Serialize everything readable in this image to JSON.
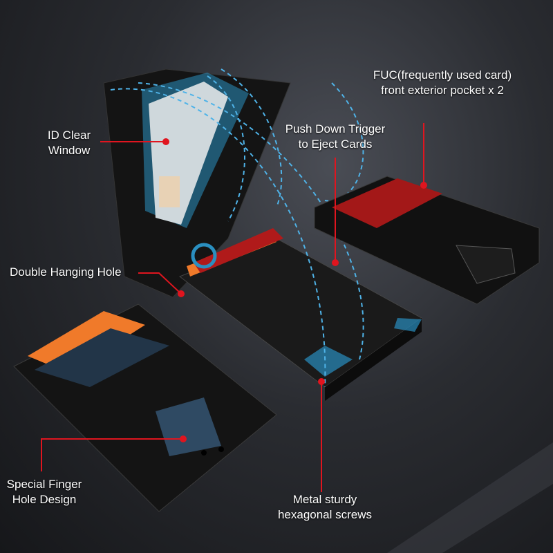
{
  "labels": {
    "fuc": {
      "line1": "FUC(frequently used card)",
      "line2": "front exterior pocket x 2"
    },
    "push": {
      "line1": "Push Down Trigger",
      "line2": "to Eject Cards"
    },
    "id_window": {
      "line1": "ID Clear",
      "line2": "Window"
    },
    "hanging": {
      "line1": "Double Hanging Hole"
    },
    "finger": {
      "line1": "Special Finger",
      "line2": "Hole Design"
    },
    "screws": {
      "line1": "Metal sturdy",
      "line2": "hexagonal screws"
    }
  },
  "colors": {
    "callout": "#e0151f",
    "accent_blue": "#2a8fc0",
    "card_orange": "#f07a2a",
    "card_red": "#b01a1a"
  }
}
